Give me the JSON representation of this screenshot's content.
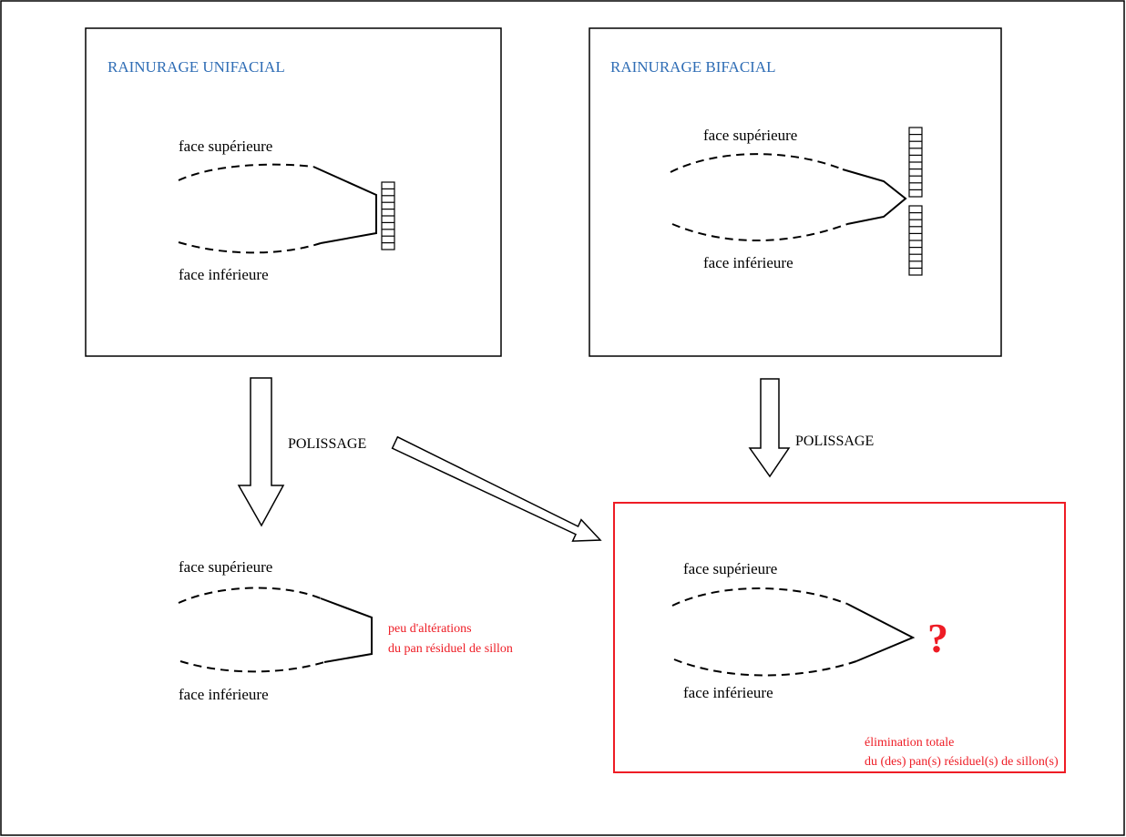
{
  "colors": {
    "blue_title": "#2f6db5",
    "red": "#ee1c25",
    "black": "#000000"
  },
  "panels": {
    "unifacial": {
      "title": "RAINURAGE UNIFACIAL",
      "upper_label": "face supérieure",
      "lower_label": "face inférieure"
    },
    "bifacial": {
      "title": "RAINURAGE BIFACIAL",
      "upper_label": "face supérieure",
      "lower_label": "face inférieure"
    }
  },
  "arrows": {
    "left_label": "POLISSAGE",
    "right_label": "POLISSAGE"
  },
  "result_unifacial": {
    "upper_label": "face supérieure",
    "lower_label": "face inférieure",
    "note_line1": "peu d'altérations",
    "note_line2": "du pan résiduel de sillon"
  },
  "result_bifacial": {
    "upper_label": "face supérieure",
    "lower_label": "face inférieure",
    "question_mark": "?",
    "note_line1": "élimination totale",
    "note_line2": "du (des) pan(s) résiduel(s) de sillon(s)"
  }
}
